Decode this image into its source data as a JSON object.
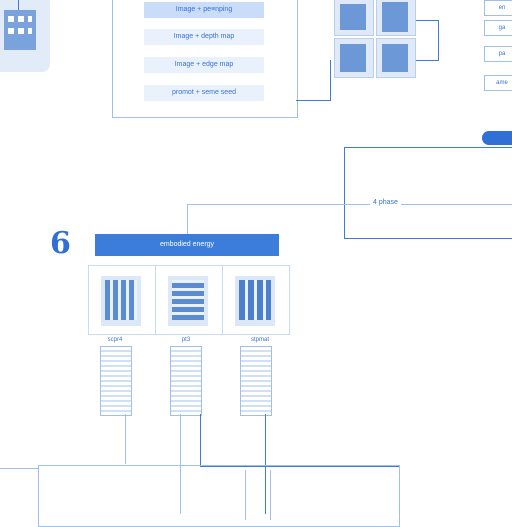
{
  "options": [
    {
      "label": "Image + pe≡nping",
      "selected": true
    },
    {
      "label": "Image + depth map",
      "selected": false
    },
    {
      "label": "Image + edge map",
      "selected": false
    },
    {
      "label": "promot + seme seed",
      "selected": false
    }
  ],
  "step_number": "6",
  "process_bar": "embodied energy",
  "connector_label": "4 phase",
  "building_labels": [
    "scpr4",
    "pt3",
    "stpmat"
  ],
  "side_tags": [
    "en",
    "ga",
    "pa",
    "ame"
  ],
  "colors": {
    "accent": "#3c7ddb",
    "line": "#9fc0ee",
    "fill": "#e9f1fd"
  }
}
